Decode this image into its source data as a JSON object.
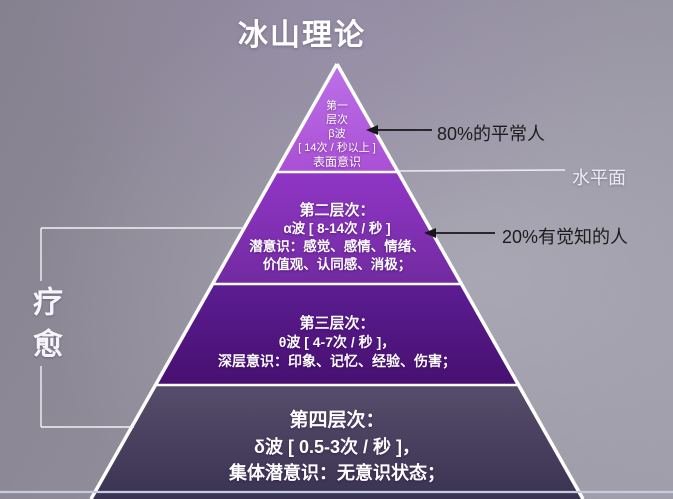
{
  "title": "冰山理论",
  "pyramid": {
    "levels": [
      {
        "name": "surface-consciousness",
        "lines": [
          "第一",
          "层次",
          "β波",
          "[ 14次 / 秒以上 ]",
          "表面意识"
        ]
      },
      {
        "name": "subconsciousness",
        "lines": [
          "第二层次：",
          "α波 [ 8-14次 / 秒 ]",
          "潜意识：感觉、感情、情绪、",
          "价值观、认同感、消极；"
        ]
      },
      {
        "name": "deep-consciousness",
        "lines": [
          "第三层次：",
          "θ波 [ 4-7次 / 秒 ]，",
          "深层意识：印象、记忆、经验、伤害；"
        ]
      },
      {
        "name": "collective-subconsciousness",
        "lines": [
          "第四层次：",
          "δ波 [ 0.5-3次 / 秒 ]，",
          "集体潜意识：无意识状态；"
        ]
      }
    ]
  },
  "annotations": {
    "normal_people": "80%的平常人",
    "water_line": "水平面",
    "aware_people": "20%有觉知的人",
    "healing": "疗愈"
  },
  "colors": {
    "level1_top": "#bd70e8",
    "level1_bottom": "#a94fd4",
    "level2_top": "#9036c6",
    "level2_bottom": "#722aa0",
    "level3_top": "#5c1d92",
    "level3_bottom": "#471070",
    "level4_top": "#564d6b",
    "level4_bottom": "#3b3352",
    "border": "#ffffff",
    "baseline": "#c3cde2",
    "callout_text": "#1c1c1e"
  }
}
